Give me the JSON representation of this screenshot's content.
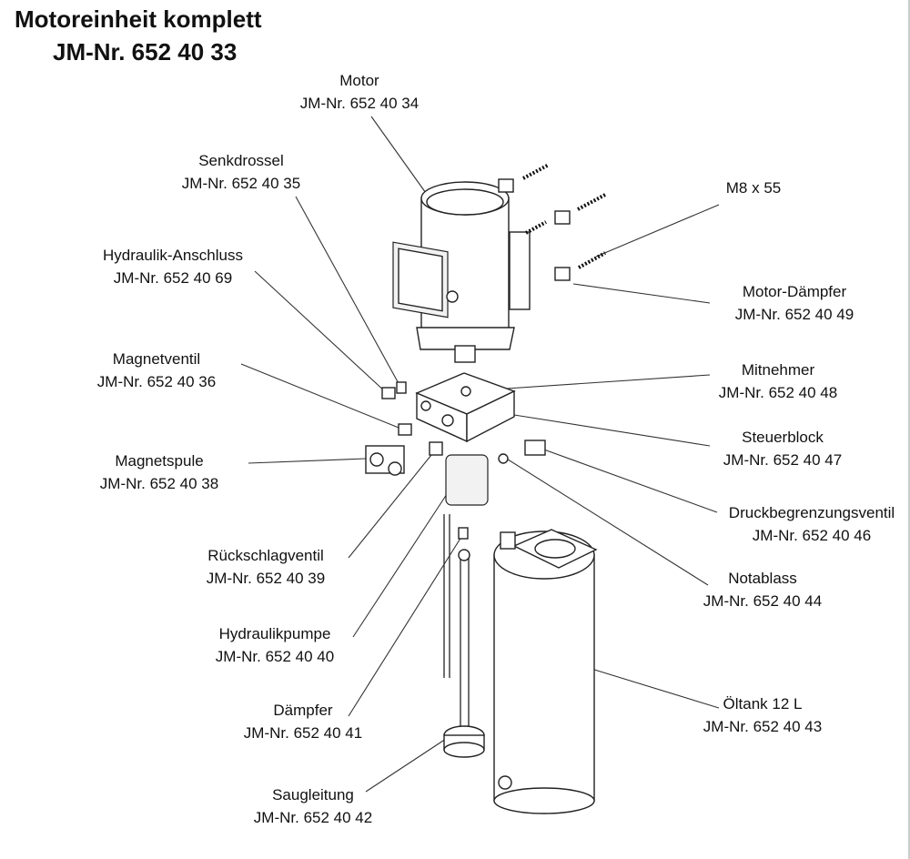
{
  "title": "Motoreinheit komplett",
  "subtitle": "JM-Nr. 652 40 33",
  "parts": [
    {
      "name": "Motor",
      "number": "JM-Nr. 652 40 34"
    },
    {
      "name": "Senkdrossel",
      "number": "JM-Nr. 652 40 35"
    },
    {
      "name": "M8 x 55",
      "number": ""
    },
    {
      "name": "Hydraulik-Anschluss",
      "number": "JM-Nr. 652 40 69"
    },
    {
      "name": "Motor-Dämpfer",
      "number": "JM-Nr. 652 40 49"
    },
    {
      "name": "Magnetventil",
      "number": "JM-Nr. 652 40 36"
    },
    {
      "name": "Mitnehmer",
      "number": "JM-Nr. 652 40 48"
    },
    {
      "name": "Steuerblock",
      "number": "JM-Nr. 652 40 47"
    },
    {
      "name": "Magnetspule",
      "number": "JM-Nr. 652 40 38"
    },
    {
      "name": "Druckbegrenzungsventil",
      "number": "JM-Nr. 652 40 46"
    },
    {
      "name": "Rückschlagventil",
      "number": "JM-Nr. 652 40 39"
    },
    {
      "name": "Notablass",
      "number": "JM-Nr. 652 40 44"
    },
    {
      "name": "Hydraulikpumpe",
      "number": "JM-Nr. 652 40 40"
    },
    {
      "name": "Öltank 12 L",
      "number": "JM-Nr. 652 40 43"
    },
    {
      "name": "Dämpfer",
      "number": "JM-Nr. 652 40 41"
    },
    {
      "name": "Saugleitung",
      "number": "JM-Nr. 652 40 42"
    }
  ]
}
